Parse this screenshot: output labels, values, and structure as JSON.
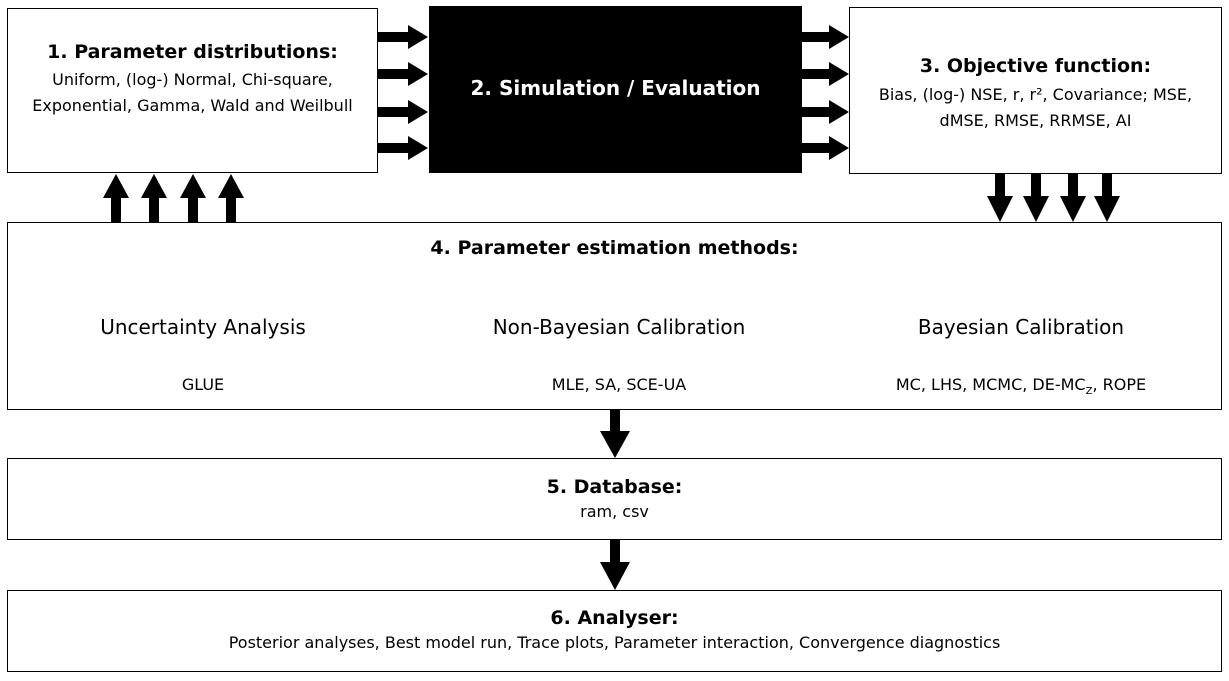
{
  "boxes": {
    "parameter_distributions": {
      "title": "1. Parameter distributions:",
      "body": "Uniform, (log-) Normal, Chi-square, Exponential, Gamma, Wald and Weilbull"
    },
    "simulation": {
      "title": "2. Simulation / Evaluation"
    },
    "objective_function": {
      "title": "3. Objective function:",
      "body": "Bias, (log-) NSE, r, r², Covariance; MSE, dMSE, RMSE, RRMSE, AI"
    },
    "estimation_methods": {
      "title": "4. Parameter estimation methods:",
      "columns": [
        {
          "method": "Uncertainty Analysis",
          "algorithms": "GLUE"
        },
        {
          "method": "Non-Bayesian Calibration",
          "algorithms": "MLE, SA, SCE-UA"
        },
        {
          "method": "Bayesian Calibration",
          "algorithms_prefix": "MC, LHS, MCMC, DE-MC",
          "algorithms_sub": "Z",
          "algorithms_suffix": ", ROPE"
        }
      ]
    },
    "database": {
      "title": "5. Database:",
      "body": "ram, csv"
    },
    "analyser": {
      "title": "6. Analyser:",
      "body": "Posterior analyses, Best model run, Trace plots, Parameter interaction, Convergence diagnostics"
    }
  },
  "colors": {
    "box_border": "#000000",
    "simulation_fill": "#000000",
    "simulation_text": "#ffffff",
    "arrow": "#000000"
  }
}
